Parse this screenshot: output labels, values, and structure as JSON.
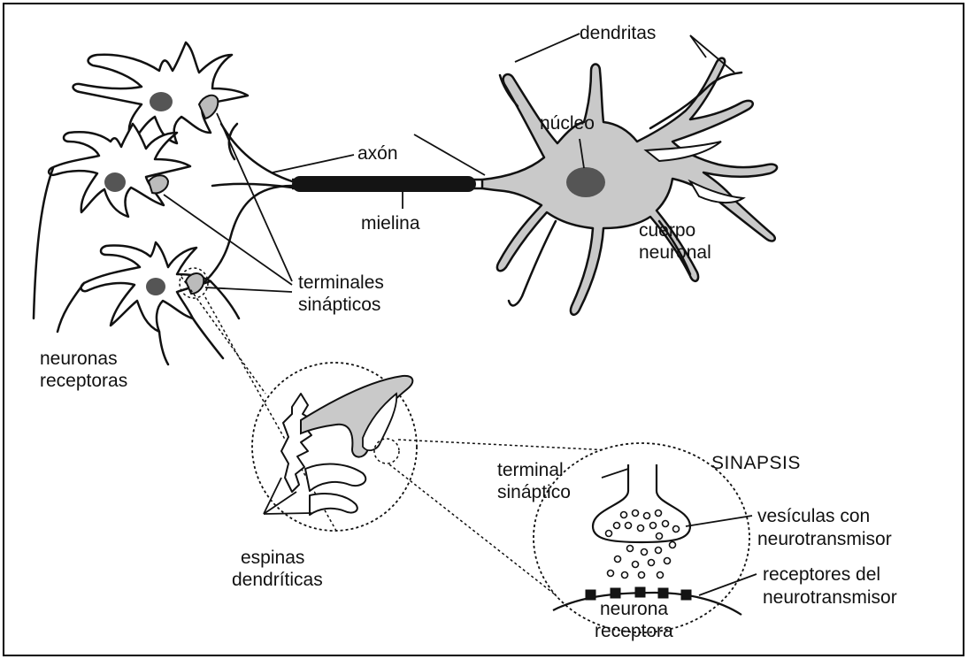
{
  "labels": {
    "dendritas": "dendritas",
    "axon": "axón",
    "nucleo": "núcleo",
    "mielina": "mielina",
    "cuerpo": "cuerpo",
    "neuronal": "neuronal",
    "terminales": "terminales",
    "sinapticos": "sinápticos",
    "neuronas": "neuronas",
    "receptoras": "receptoras",
    "terminal": "terminal",
    "sinaptico": "sináptico",
    "sinapsis": "SINAPSIS",
    "vesiculas": "vesículas con",
    "neurotransmisor": "neurotransmisor",
    "espinas": "espinas",
    "dendriticas": "dendríticas",
    "receptores": "receptores del",
    "neurotransmisor2": "neurotransmisor",
    "neurona": "neurona",
    "receptora": "receptora"
  },
  "colors": {
    "ink": "#111111",
    "cell_fill": "#c9c9c9",
    "nucleus": "#555555",
    "myelin": "#141414",
    "border": "#000000"
  }
}
